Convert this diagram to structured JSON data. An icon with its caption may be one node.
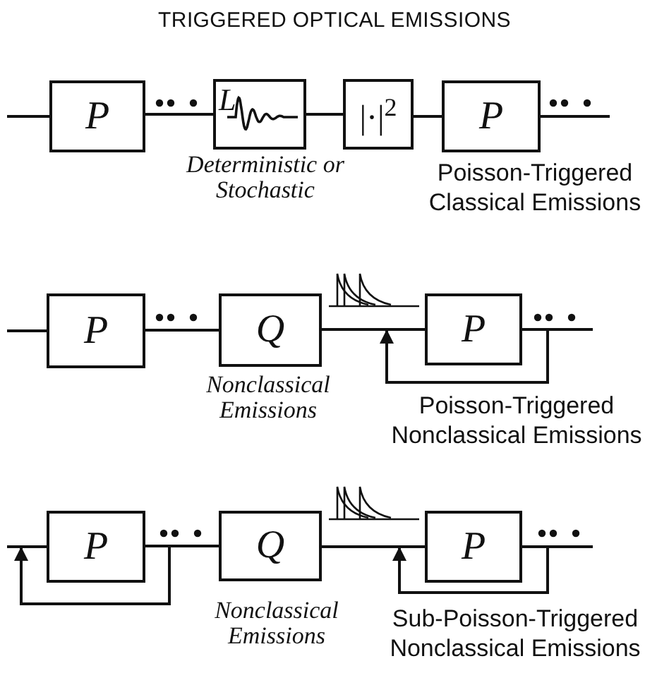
{
  "diagram": {
    "title": "TRIGGERED OPTICAL EMISSIONS",
    "nodes": [
      {
        "text": [
          "P"
        ]
      },
      {
        "text": [
          "L"
        ],
        "beside": [
          "Deterministic or Stochastic"
        ]
      },
      {
        "text": [
          "|·|$^{2}$"
        ]
      },
      {
        "text": [
          "P"
        ]
      },
      {
        "text": [
          "P"
        ]
      },
      {
        "text": [
          "Q"
        ],
        "beside": [
          "Nonclassical Emissions"
        ]
      },
      {
        "text": [
          "P"
        ]
      },
      {
        "text": [
          "P"
        ]
      },
      {
        "text": [
          "Q"
        ],
        "beside": [
          "Nonclassical Emissions"
        ]
      },
      {
        "text": [
          "P"
        ]
      }
    ],
    "edges": [
      {
        "from": null,
        "to": 0,
        "arrow": "none"
      },
      {
        "from": 0,
        "to": 1,
        "arrow": "none"
      },
      {
        "from": 1,
        "to": 2,
        "arrow": "none"
      },
      {
        "from": 2,
        "to": 3,
        "arrow": "none"
      },
      {
        "from": 3,
        "to": null,
        "arrow": "none"
      },
      {
        "from": null,
        "to": 4,
        "arrow": "none"
      },
      {
        "from": 4,
        "to": 5,
        "arrow": "none"
      },
      {
        "from": 5,
        "to": 6,
        "arrow": "none"
      },
      {
        "from": 6,
        "to": null,
        "arrow": "none"
      },
      {
        "from": 6,
        "to": 6,
        "arrow": "to"
      },
      {
        "from": null,
        "to": 7,
        "arrow": "none"
      },
      {
        "from": 7,
        "to": 8,
        "arrow": "none"
      },
      {
        "from": 8,
        "to": 9,
        "arrow": "none"
      },
      {
        "from": 9,
        "to": null,
        "arrow": "none"
      },
      {
        "from": 7,
        "to": 7,
        "arrow": "to"
      },
      {
        "from": 9,
        "to": 9,
        "arrow": "to"
      }
    ],
    "labels": [
      "Poisson-Triggered Classical Emissions",
      "Poisson-Triggered Nonclassical Emissions",
      "Sub-Poisson-Triggered Nonclassical Emissions"
    ]
  }
}
